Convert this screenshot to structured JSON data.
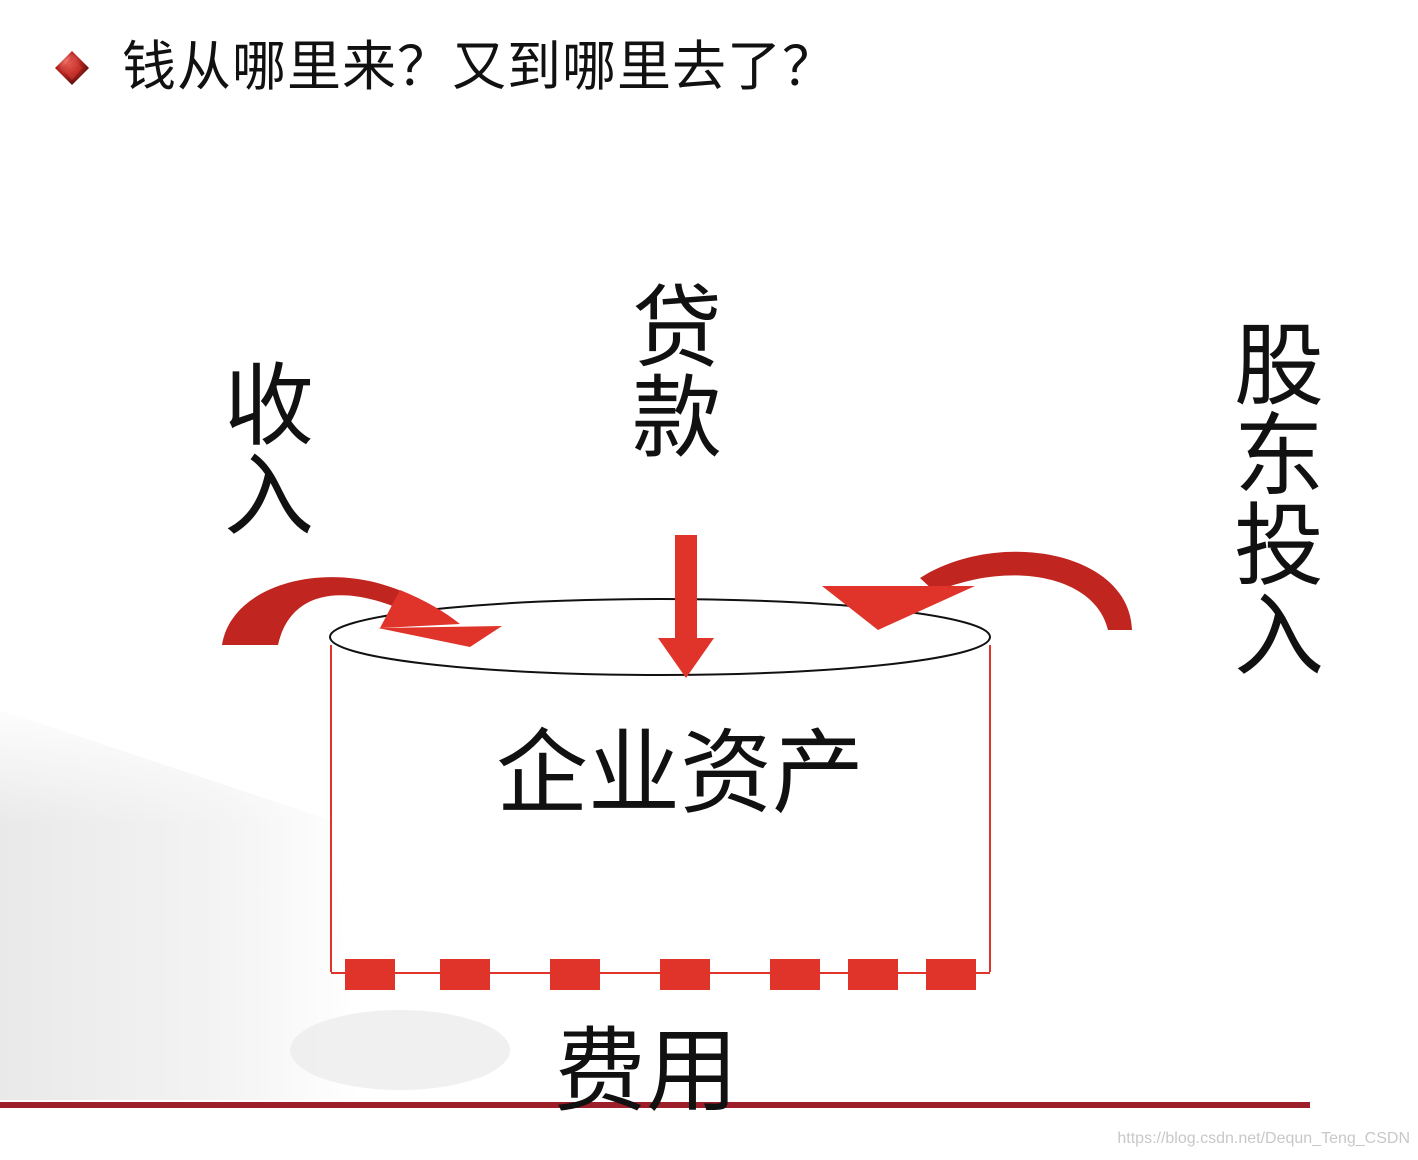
{
  "title": "钱从哪里来？又到哪里去了？",
  "labels": {
    "income": "收入",
    "loan": "贷款",
    "shareholder_investment": "股东投入",
    "enterprise_assets": "企业资产",
    "expenses": "费用"
  },
  "watermark": "https://blog.csdn.net/Dequn_Teng_CSDN",
  "colors": {
    "arrow_red": "#e0332a",
    "bottom_rule": "#9c1f2a",
    "text": "#111111"
  },
  "icons": {
    "bullet": "red-gem-bullet-icon"
  }
}
